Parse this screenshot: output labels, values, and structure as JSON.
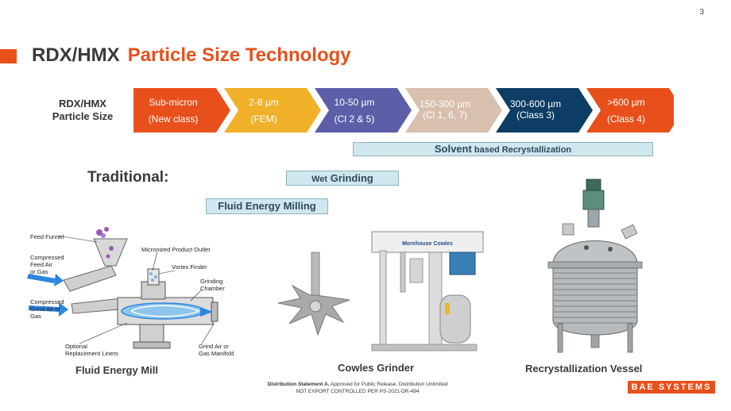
{
  "page_number": "3",
  "title": {
    "part1": "RDX/HMX",
    "part2": "Particle Size Technology"
  },
  "row_label": {
    "line1": "RDX/HMX",
    "line2": "Particle Size"
  },
  "chevrons": [
    {
      "line1": "Sub-micron",
      "line2": "(New class)",
      "color": "#e8501b",
      "text_color": "#ffffff"
    },
    {
      "line1": "2-8 µm",
      "line2": "(FEM)",
      "color": "#f0b028",
      "text_color": "#ffffff"
    },
    {
      "line1": "10-50 µm",
      "line2": "(Cl 2 & 5)",
      "color": "#5c5ea8",
      "text_color": "#ffffff"
    },
    {
      "line1": "150-300 µm",
      "line2": "(Cl 1, 6, 7)",
      "color": "#d9bfae",
      "text_color": "#ffffff"
    },
    {
      "line1": "300-600 µm",
      "line2": "(Class 3)",
      "color": "#0d3d64",
      "text_color": "#ffffff"
    },
    {
      "line1": ">600 µm",
      "line2": "(Class 4)",
      "color": "#e8501b",
      "text_color": "#ffffff"
    }
  ],
  "bars": {
    "solvent": {
      "strong": "Solvent",
      "rest": " based Recrystallization"
    },
    "wet": {
      "strong": "Wet",
      "rest": " Grinding"
    },
    "fluid": "Fluid Energy Milling"
  },
  "traditional": "Traditional:",
  "fem_diagram": {
    "labels": {
      "feed_funnel": "Feed Funnel",
      "compressed_feed_1": "Compressed",
      "compressed_feed_2": "Feed Air",
      "compressed_feed_3": "or Gas",
      "compressed_grind_1": "Compressed",
      "compressed_grind_2": "Grind Air or",
      "compressed_grind_3": "Gas",
      "optional_1": "Optional",
      "optional_2": "Replacement Liners",
      "micronized": "Micronized Product Outlet",
      "vortex": "Vortex Finder",
      "grinding_1": "Grinding",
      "grinding_2": "Chamber",
      "manifold_1": "Grind Air or",
      "manifold_2": "Gas Manifold"
    }
  },
  "cowles_brand": "Morehouse Cowles",
  "captions": {
    "fem": "Fluid Energy Mill",
    "cowles": "Cowles Grinder",
    "vessel": "Recrystallization Vessel"
  },
  "distribution": {
    "strong": "Distribution Statement A.",
    "rest": " Approved for Public Release. Distribution Unlimited",
    "line2": "NOT EXPORT CONTROLLED PER PS-2021-DR-494"
  },
  "logo": "BAE SYSTEMS"
}
